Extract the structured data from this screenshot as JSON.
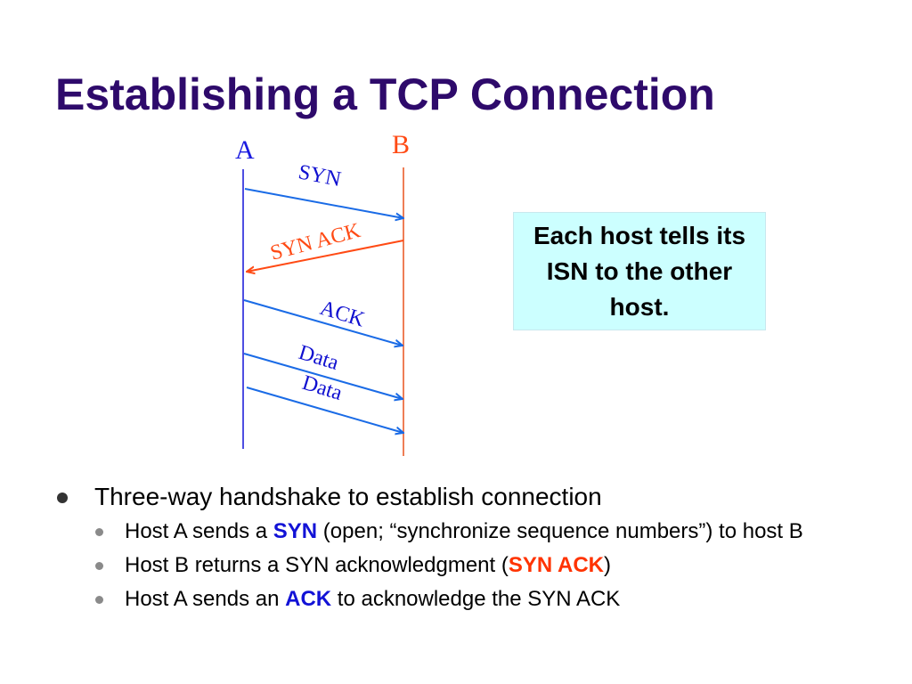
{
  "title": "Establishing a TCP Connection",
  "colors": {
    "title": "#2e0a6b",
    "host_a": "#1a1ae0",
    "host_b": "#ff4a14",
    "timeline_a": "#1414d8",
    "timeline_b": "#e8531e",
    "arrow_blue": "#1a6be6",
    "label_blue": "#1010d0",
    "arrow_orange": "#ff4a14",
    "callout_bg": "#ccffff",
    "kw_blue": "#1212d6",
    "kw_red": "#ff3300"
  },
  "diagram": {
    "host_a_label": "A",
    "host_b_label": "B",
    "messages": [
      {
        "label": "SYN",
        "direction": "A-to-B",
        "color": "blue"
      },
      {
        "label": "SYN ACK",
        "direction": "B-to-A",
        "color": "orange"
      },
      {
        "label": "ACK",
        "direction": "A-to-B",
        "color": "blue"
      },
      {
        "label": "Data",
        "direction": "A-to-B",
        "color": "blue"
      },
      {
        "label": "Data",
        "direction": "A-to-B",
        "color": "blue"
      }
    ]
  },
  "callout": {
    "text": "Each host tells its ISN to the other host."
  },
  "bullets": {
    "main": "Three-way handshake to establish connection",
    "sub": [
      {
        "pre": "Host A sends a ",
        "kw": "SYN",
        "post": " (open; “synchronize sequence numbers”) to host B"
      },
      {
        "pre": "Host B returns a SYN acknowledgment (",
        "kw": "SYN ACK",
        "post": ")"
      },
      {
        "pre": "Host A sends an ",
        "kw": "ACK",
        "post": " to acknowledge the SYN ACK"
      }
    ]
  }
}
